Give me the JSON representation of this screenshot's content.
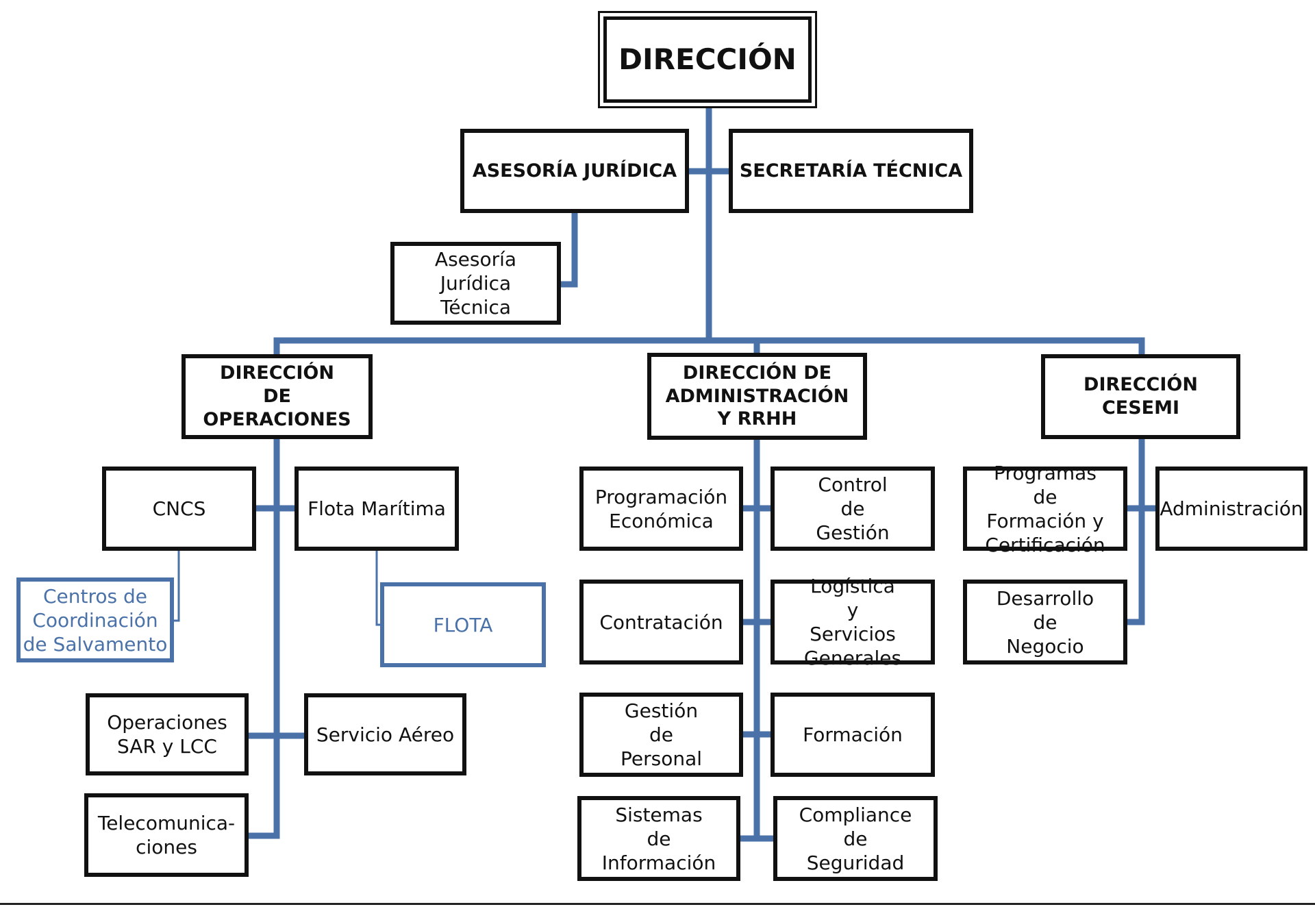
{
  "diagram": {
    "type": "org-chart",
    "colors": {
      "connector": "#4a72a8",
      "box_border": "#111111",
      "secondary": "#4a72a8"
    },
    "nodes": {
      "direccion": "DIRECCIÓN",
      "asesoria_juridica": "ASESORÍA JURÍDICA",
      "secretaria_tecnica": "SECRETARÍA TÉCNICA",
      "asesoria_juridica_tecnica": "Asesoría Jurídica Técnica",
      "direccion_operaciones": "DIRECCIÓN DE OPERACIONES",
      "direccion_administracion": "DIRECCIÓN DE ADMINISTRACIÓN Y RRHH",
      "direccion_cesemi": "DIRECCIÓN CESEMI",
      "cncs": "CNCS",
      "flota_maritima": "Flota Marítima",
      "centros_coordinacion": "Centros de Coordinación de Salvamento",
      "flota": "FLOTA",
      "operaciones_sar": "Operaciones SAR y LCC",
      "servicio_aereo": "Servicio Aéreo",
      "telecomunicaciones": "Telecomunica-ciones",
      "programacion_economica": "Programación Económica",
      "control_gestion": "Control de Gestión",
      "contratacion": "Contratación",
      "logistica": "Logística y Servicios Generales",
      "gestion_personal": "Gestión de Personal",
      "formacion": "Formación",
      "sistemas_informacion": "Sistemas de Información",
      "compliance": "Compliance de Seguridad",
      "programas_formacion": "Programas de Formación y Certificación",
      "administracion": "Administración",
      "desarrollo_negocio": "Desarrollo de Negocio"
    }
  }
}
